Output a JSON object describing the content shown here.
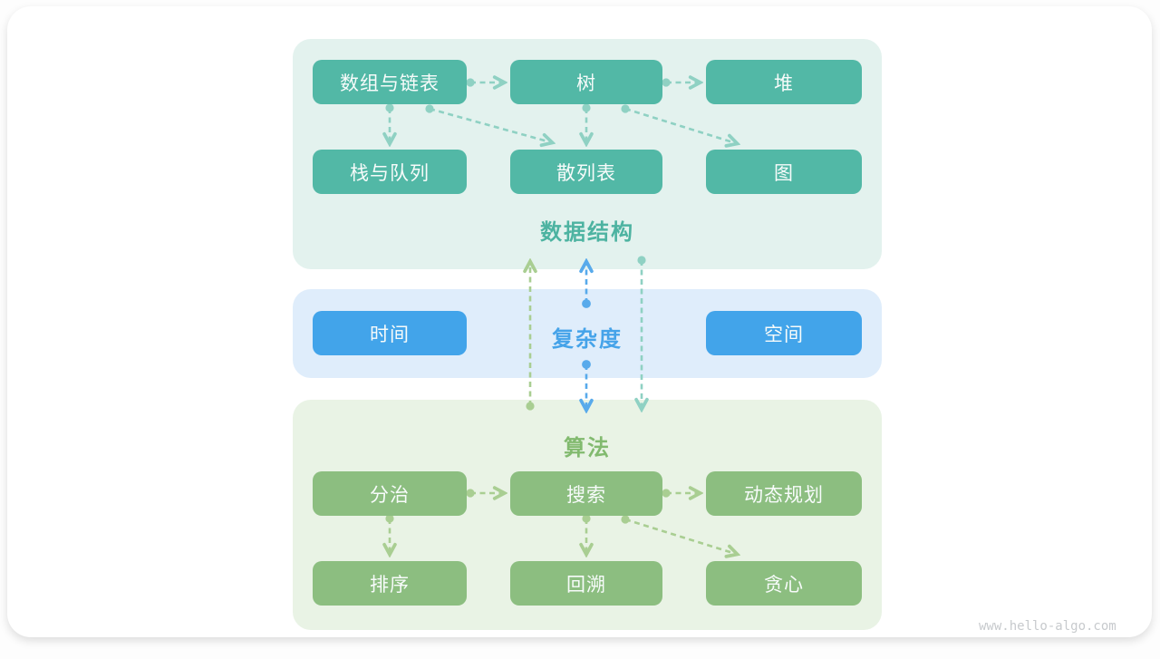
{
  "diagram": {
    "data_structures": {
      "title": "数据结构",
      "nodes": [
        "数组与链表",
        "树",
        "堆",
        "栈与队列",
        "散列表",
        "图"
      ]
    },
    "complexity": {
      "title": "复杂度",
      "nodes": [
        "时间",
        "空间"
      ]
    },
    "algorithms": {
      "title": "算法",
      "nodes": [
        "分治",
        "搜索",
        "动态规划",
        "排序",
        "回溯",
        "贪心"
      ]
    },
    "edges": [
      {
        "from": "数组与链表",
        "to": "树"
      },
      {
        "from": "树",
        "to": "堆"
      },
      {
        "from": "数组与链表",
        "to": "栈与队列"
      },
      {
        "from": "数组与链表",
        "to": "散列表"
      },
      {
        "from": "树",
        "to": "散列表"
      },
      {
        "from": "树",
        "to": "图"
      },
      {
        "from": "算法",
        "to": "数据结构"
      },
      {
        "from": "复杂度",
        "to": "数据结构"
      },
      {
        "from": "复杂度",
        "to": "算法"
      },
      {
        "from": "数据结构",
        "to": "算法"
      },
      {
        "from": "分治",
        "to": "搜索"
      },
      {
        "from": "搜索",
        "to": "动态规划"
      },
      {
        "from": "分治",
        "to": "排序"
      },
      {
        "from": "搜索",
        "to": "回溯"
      },
      {
        "from": "搜索",
        "to": "贪心"
      }
    ],
    "colors": {
      "ds_node": "#52b8a6",
      "ds_bg": "#e3f2ee",
      "ds_label": "#4db3a1",
      "ds_arrow": "#8fd1c3",
      "cx_node": "#42a4ea",
      "cx_bg": "#dfedfb",
      "cx_label": "#45a3e9",
      "cx_arrow": "#58aaeb",
      "alg_node": "#8cbe80",
      "alg_bg": "#e9f3e5",
      "alg_label": "#82ba6f",
      "alg_arrow": "#a9ce92"
    },
    "watermark": "www.hello-algo.com"
  }
}
